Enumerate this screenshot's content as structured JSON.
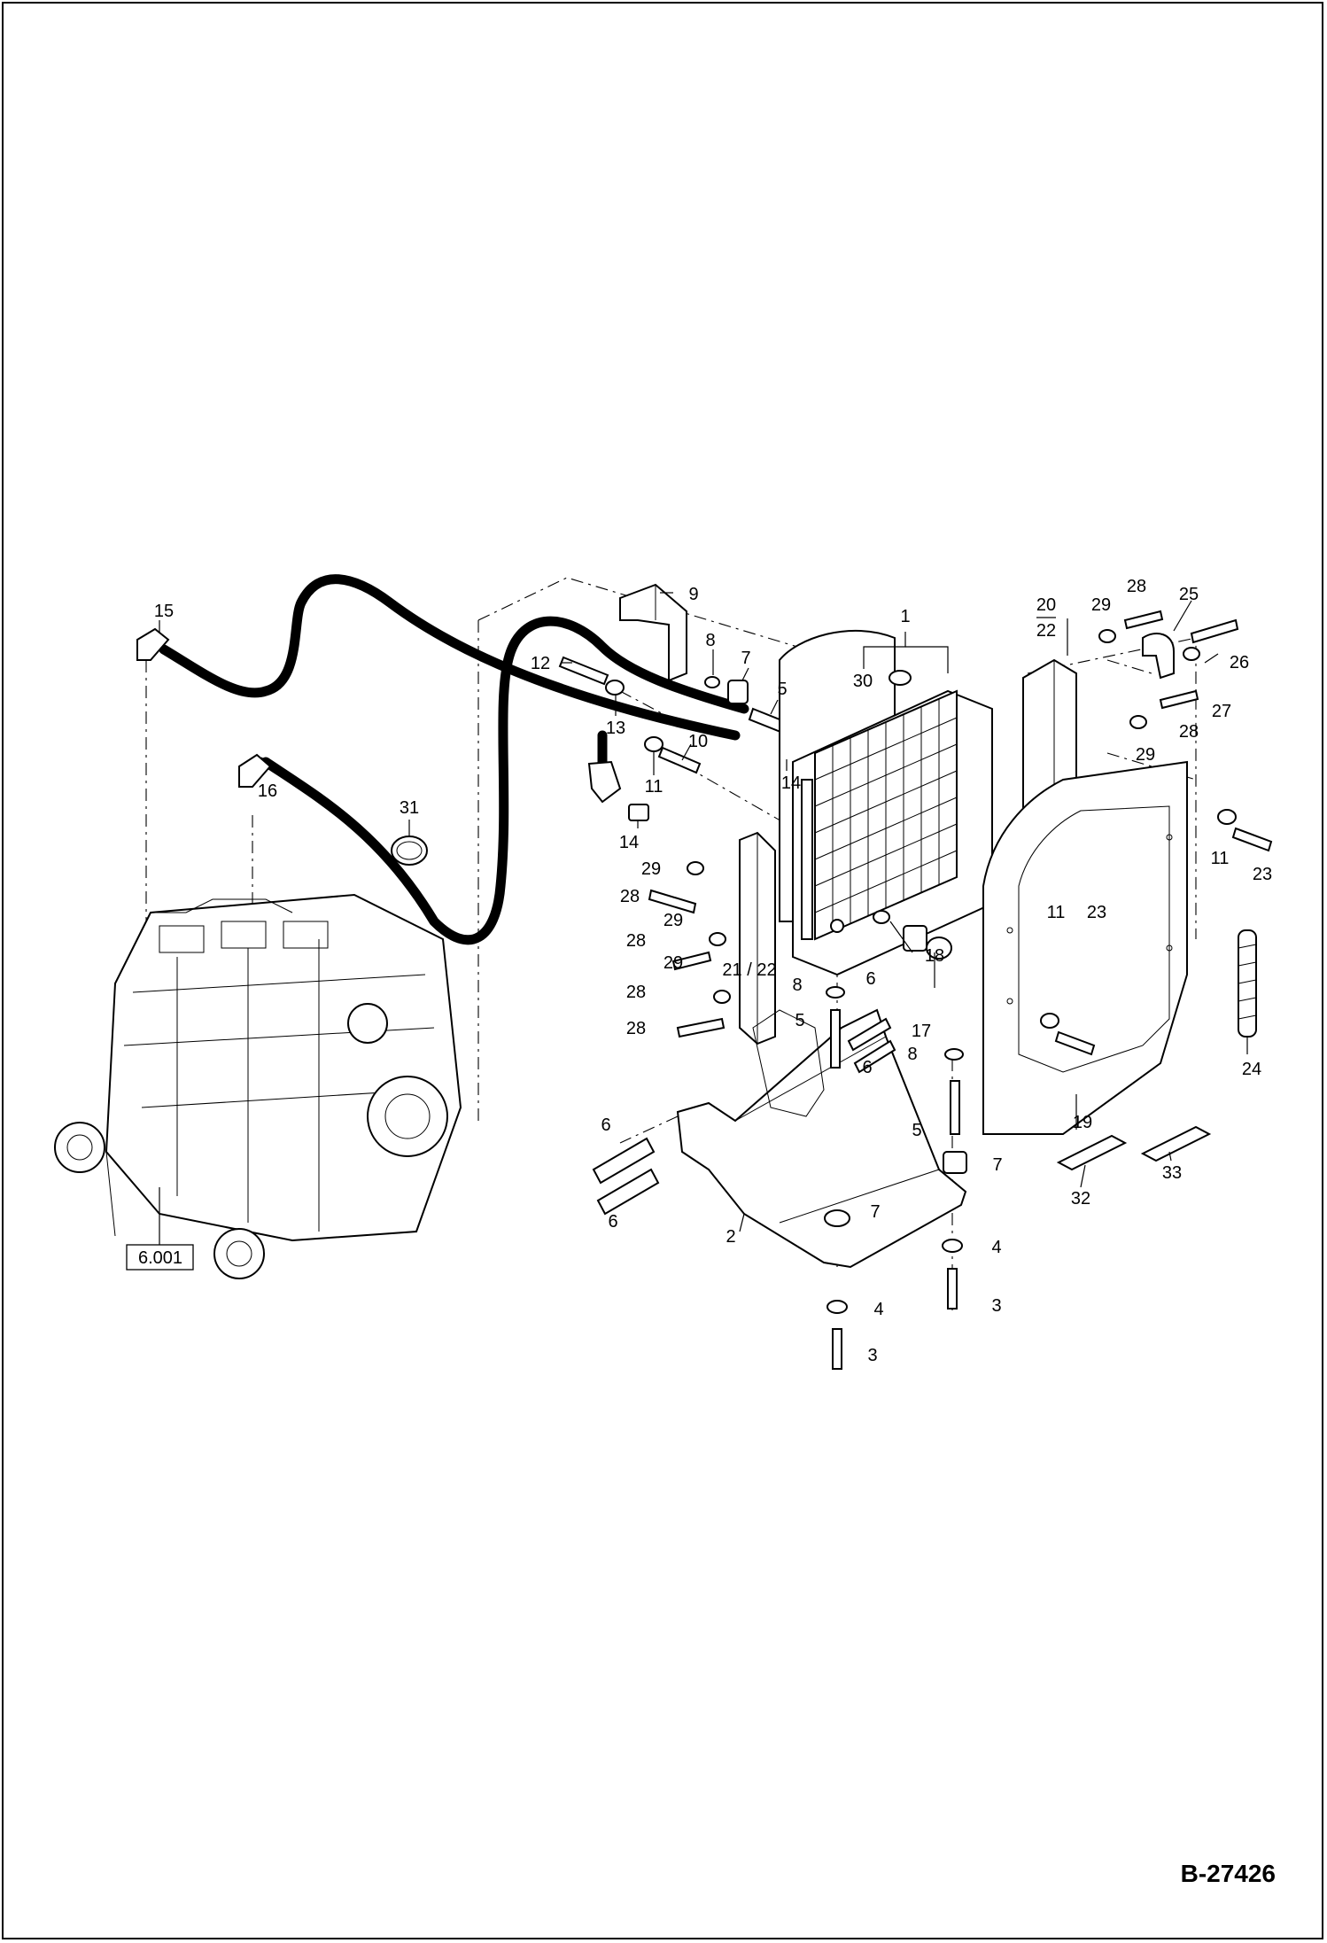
{
  "drawing_id": "B-27426",
  "reference_box": "6.001",
  "callouts": [
    {
      "key": "c1",
      "text": "1"
    },
    {
      "key": "c2",
      "text": "2"
    },
    {
      "key": "c3a",
      "text": "3"
    },
    {
      "key": "c3b",
      "text": "3"
    },
    {
      "key": "c4a",
      "text": "4"
    },
    {
      "key": "c4b",
      "text": "4"
    },
    {
      "key": "c5a",
      "text": "5"
    },
    {
      "key": "c5b",
      "text": "5"
    },
    {
      "key": "c5c",
      "text": "5"
    },
    {
      "key": "c6a",
      "text": "6"
    },
    {
      "key": "c6b",
      "text": "6"
    },
    {
      "key": "c6c",
      "text": "6"
    },
    {
      "key": "c6d",
      "text": "6"
    },
    {
      "key": "c7a",
      "text": "7"
    },
    {
      "key": "c7b",
      "text": "7"
    },
    {
      "key": "c7c",
      "text": "7"
    },
    {
      "key": "c8a",
      "text": "8"
    },
    {
      "key": "c8b",
      "text": "8"
    },
    {
      "key": "c8c",
      "text": "8"
    },
    {
      "key": "c9",
      "text": "9"
    },
    {
      "key": "c10",
      "text": "10"
    },
    {
      "key": "c11a",
      "text": "11"
    },
    {
      "key": "c11b",
      "text": "11"
    },
    {
      "key": "c11c",
      "text": "11"
    },
    {
      "key": "c12",
      "text": "12"
    },
    {
      "key": "c13",
      "text": "13"
    },
    {
      "key": "c14a",
      "text": "14"
    },
    {
      "key": "c14b",
      "text": "14"
    },
    {
      "key": "c15",
      "text": "15"
    },
    {
      "key": "c16",
      "text": "16"
    },
    {
      "key": "c17",
      "text": "17"
    },
    {
      "key": "c18",
      "text": "18"
    },
    {
      "key": "c19",
      "text": "19"
    },
    {
      "key": "c20",
      "text": "20"
    },
    {
      "key": "c22a",
      "text": "22"
    },
    {
      "key": "c2122",
      "text": "21 / 22"
    },
    {
      "key": "c23a",
      "text": "23"
    },
    {
      "key": "c23b",
      "text": "23"
    },
    {
      "key": "c24",
      "text": "24"
    },
    {
      "key": "c25",
      "text": "25"
    },
    {
      "key": "c26",
      "text": "26"
    },
    {
      "key": "c27",
      "text": "27"
    },
    {
      "key": "c28a",
      "text": "28"
    },
    {
      "key": "c28b",
      "text": "28"
    },
    {
      "key": "c28c",
      "text": "28"
    },
    {
      "key": "c28d",
      "text": "28"
    },
    {
      "key": "c28e",
      "text": "28"
    },
    {
      "key": "c28f",
      "text": "28"
    },
    {
      "key": "c29a",
      "text": "29"
    },
    {
      "key": "c29b",
      "text": "29"
    },
    {
      "key": "c29c",
      "text": "29"
    },
    {
      "key": "c29d",
      "text": "29"
    },
    {
      "key": "c29e",
      "text": "29"
    },
    {
      "key": "c30",
      "text": "30"
    },
    {
      "key": "c31",
      "text": "31"
    },
    {
      "key": "c32",
      "text": "32"
    },
    {
      "key": "c33",
      "text": "33"
    }
  ]
}
